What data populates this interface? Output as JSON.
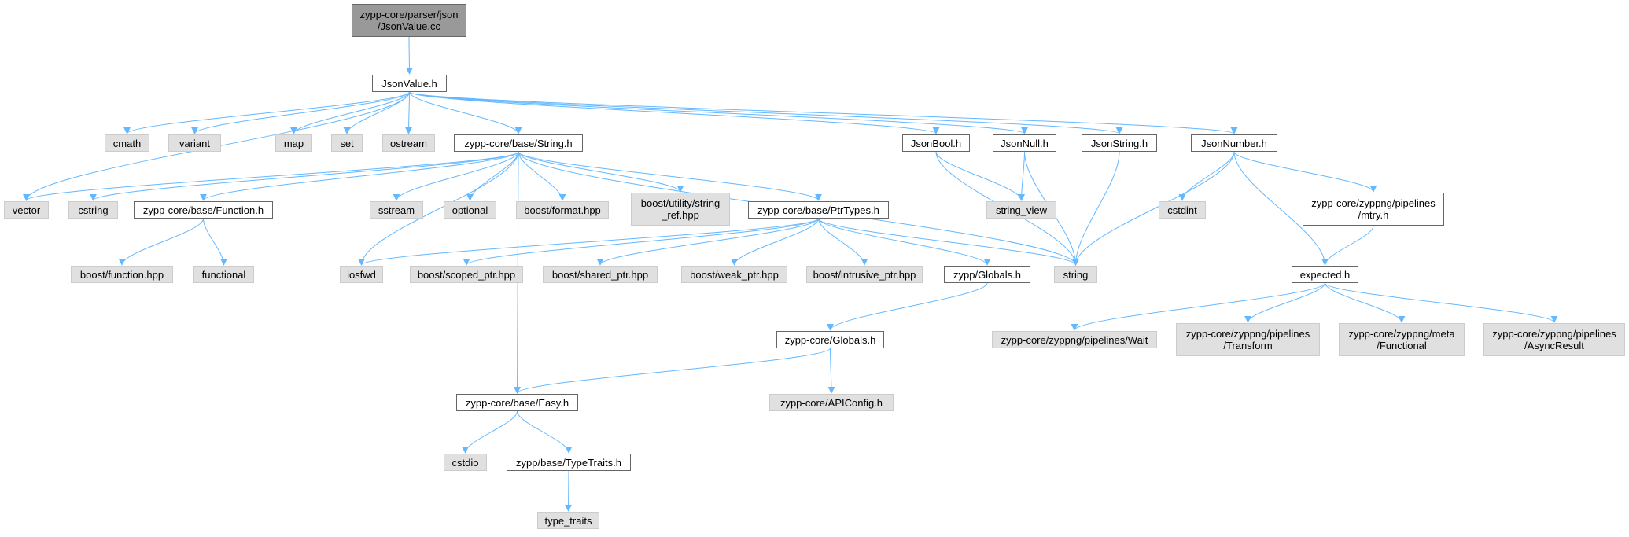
{
  "diagram": {
    "type": "include-dependency-graph",
    "colors": {
      "edge": "#63b8ff",
      "root_fill": "#999999",
      "local_fill": "#ffffff",
      "system_fill": "#e0e0e0"
    },
    "nodes": [
      {
        "id": "root",
        "label": "zypp-core/parser/json\n/JsonValue.cc",
        "kind": "root"
      },
      {
        "id": "JsonValue_h",
        "label": "JsonValue.h",
        "kind": "local"
      },
      {
        "id": "cmath",
        "label": "cmath",
        "kind": "system"
      },
      {
        "id": "variant",
        "label": "variant",
        "kind": "system"
      },
      {
        "id": "map",
        "label": "map",
        "kind": "system"
      },
      {
        "id": "set",
        "label": "set",
        "kind": "system"
      },
      {
        "id": "ostream",
        "label": "ostream",
        "kind": "system"
      },
      {
        "id": "String_h",
        "label": "zypp-core/base/String.h",
        "kind": "local"
      },
      {
        "id": "JsonBool_h",
        "label": "JsonBool.h",
        "kind": "local"
      },
      {
        "id": "JsonNull_h",
        "label": "JsonNull.h",
        "kind": "local"
      },
      {
        "id": "JsonString_h",
        "label": "JsonString.h",
        "kind": "local"
      },
      {
        "id": "JsonNumber_h",
        "label": "JsonNumber.h",
        "kind": "local"
      },
      {
        "id": "vector",
        "label": "vector",
        "kind": "system"
      },
      {
        "id": "cstring",
        "label": "cstring",
        "kind": "system"
      },
      {
        "id": "Function_h",
        "label": "zypp-core/base/Function.h",
        "kind": "local"
      },
      {
        "id": "sstream",
        "label": "sstream",
        "kind": "system"
      },
      {
        "id": "optional",
        "label": "optional",
        "kind": "system"
      },
      {
        "id": "boost_format",
        "label": "boost/format.hpp",
        "kind": "system"
      },
      {
        "id": "boost_string_ref",
        "label": "boost/utility/string\n_ref.hpp",
        "kind": "system"
      },
      {
        "id": "PtrTypes_h",
        "label": "zypp-core/base/PtrTypes.h",
        "kind": "local"
      },
      {
        "id": "string_view",
        "label": "string_view",
        "kind": "system"
      },
      {
        "id": "cstdint",
        "label": "cstdint",
        "kind": "system"
      },
      {
        "id": "mtry_h",
        "label": "zypp-core/zyppng/pipelines\n/mtry.h",
        "kind": "local"
      },
      {
        "id": "boost_function",
        "label": "boost/function.hpp",
        "kind": "system"
      },
      {
        "id": "functional",
        "label": "functional",
        "kind": "system"
      },
      {
        "id": "iosfwd",
        "label": "iosfwd",
        "kind": "system"
      },
      {
        "id": "boost_scoped_ptr",
        "label": "boost/scoped_ptr.hpp",
        "kind": "system"
      },
      {
        "id": "boost_shared_ptr",
        "label": "boost/shared_ptr.hpp",
        "kind": "system"
      },
      {
        "id": "boost_weak_ptr",
        "label": "boost/weak_ptr.hpp",
        "kind": "system"
      },
      {
        "id": "boost_intrusive_ptr",
        "label": "boost/intrusive_ptr.hpp",
        "kind": "system"
      },
      {
        "id": "zypp_Globals_h",
        "label": "zypp/Globals.h",
        "kind": "local"
      },
      {
        "id": "string",
        "label": "string",
        "kind": "system"
      },
      {
        "id": "expected_h",
        "label": "expected.h",
        "kind": "local"
      },
      {
        "id": "core_Globals_h",
        "label": "zypp-core/Globals.h",
        "kind": "local"
      },
      {
        "id": "Wait",
        "label": "zypp-core/zyppng/pipelines/Wait",
        "kind": "system"
      },
      {
        "id": "Transform",
        "label": "zypp-core/zyppng/pipelines\n/Transform",
        "kind": "system"
      },
      {
        "id": "meta_Functional",
        "label": "zypp-core/zyppng/meta\n/Functional",
        "kind": "system"
      },
      {
        "id": "AsyncResult",
        "label": "zypp-core/zyppng/pipelines\n/AsyncResult",
        "kind": "system"
      },
      {
        "id": "APIConfig_h",
        "label": "zypp-core/APIConfig.h",
        "kind": "system"
      },
      {
        "id": "Easy_h",
        "label": "zypp-core/base/Easy.h",
        "kind": "local"
      },
      {
        "id": "cstdio",
        "label": "cstdio",
        "kind": "system"
      },
      {
        "id": "TypeTraits_h",
        "label": "zypp/base/TypeTraits.h",
        "kind": "local"
      },
      {
        "id": "type_traits",
        "label": "type_traits",
        "kind": "system"
      }
    ],
    "edges": [
      [
        "root",
        "JsonValue_h"
      ],
      [
        "JsonValue_h",
        "cmath"
      ],
      [
        "JsonValue_h",
        "variant"
      ],
      [
        "JsonValue_h",
        "vector"
      ],
      [
        "JsonValue_h",
        "map"
      ],
      [
        "JsonValue_h",
        "set"
      ],
      [
        "JsonValue_h",
        "ostream"
      ],
      [
        "JsonValue_h",
        "String_h"
      ],
      [
        "JsonValue_h",
        "JsonBool_h"
      ],
      [
        "JsonValue_h",
        "JsonNull_h"
      ],
      [
        "JsonValue_h",
        "JsonString_h"
      ],
      [
        "JsonValue_h",
        "JsonNumber_h"
      ],
      [
        "String_h",
        "vector"
      ],
      [
        "String_h",
        "cstring"
      ],
      [
        "String_h",
        "Function_h"
      ],
      [
        "String_h",
        "iosfwd"
      ],
      [
        "String_h",
        "sstream"
      ],
      [
        "String_h",
        "optional"
      ],
      [
        "String_h",
        "boost_format"
      ],
      [
        "String_h",
        "boost_string_ref"
      ],
      [
        "String_h",
        "PtrTypes_h"
      ],
      [
        "String_h",
        "string"
      ],
      [
        "String_h",
        "Easy_h"
      ],
      [
        "Function_h",
        "boost_function"
      ],
      [
        "Function_h",
        "functional"
      ],
      [
        "PtrTypes_h",
        "iosfwd"
      ],
      [
        "PtrTypes_h",
        "boost_scoped_ptr"
      ],
      [
        "PtrTypes_h",
        "boost_shared_ptr"
      ],
      [
        "PtrTypes_h",
        "boost_weak_ptr"
      ],
      [
        "PtrTypes_h",
        "boost_intrusive_ptr"
      ],
      [
        "PtrTypes_h",
        "zypp_Globals_h"
      ],
      [
        "PtrTypes_h",
        "string"
      ],
      [
        "zypp_Globals_h",
        "core_Globals_h"
      ],
      [
        "core_Globals_h",
        "Easy_h"
      ],
      [
        "core_Globals_h",
        "APIConfig_h"
      ],
      [
        "Easy_h",
        "cstdio"
      ],
      [
        "Easy_h",
        "TypeTraits_h"
      ],
      [
        "TypeTraits_h",
        "type_traits"
      ],
      [
        "JsonBool_h",
        "string_view"
      ],
      [
        "JsonBool_h",
        "string"
      ],
      [
        "JsonNull_h",
        "string_view"
      ],
      [
        "JsonNull_h",
        "string"
      ],
      [
        "JsonString_h",
        "string"
      ],
      [
        "JsonNumber_h",
        "cstdint"
      ],
      [
        "JsonNumber_h",
        "string"
      ],
      [
        "JsonNumber_h",
        "mtry_h"
      ],
      [
        "JsonNumber_h",
        "expected_h"
      ],
      [
        "mtry_h",
        "expected_h"
      ],
      [
        "expected_h",
        "Wait"
      ],
      [
        "expected_h",
        "Transform"
      ],
      [
        "expected_h",
        "meta_Functional"
      ],
      [
        "expected_h",
        "AsyncResult"
      ]
    ]
  }
}
